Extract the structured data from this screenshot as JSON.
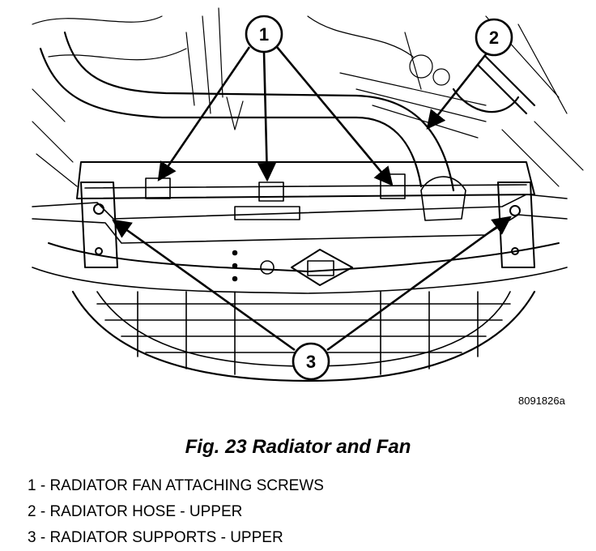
{
  "figure": {
    "id": "8091826a",
    "caption": "Fig. 23 Radiator and Fan",
    "callouts": [
      "1",
      "2",
      "3"
    ]
  },
  "legend": [
    "1 - RADIATOR FAN ATTACHING SCREWS",
    "2 - RADIATOR HOSE - UPPER",
    "3 - RADIATOR SUPPORTS - UPPER"
  ],
  "colors": {
    "ink": "#000000",
    "paper": "#ffffff"
  }
}
